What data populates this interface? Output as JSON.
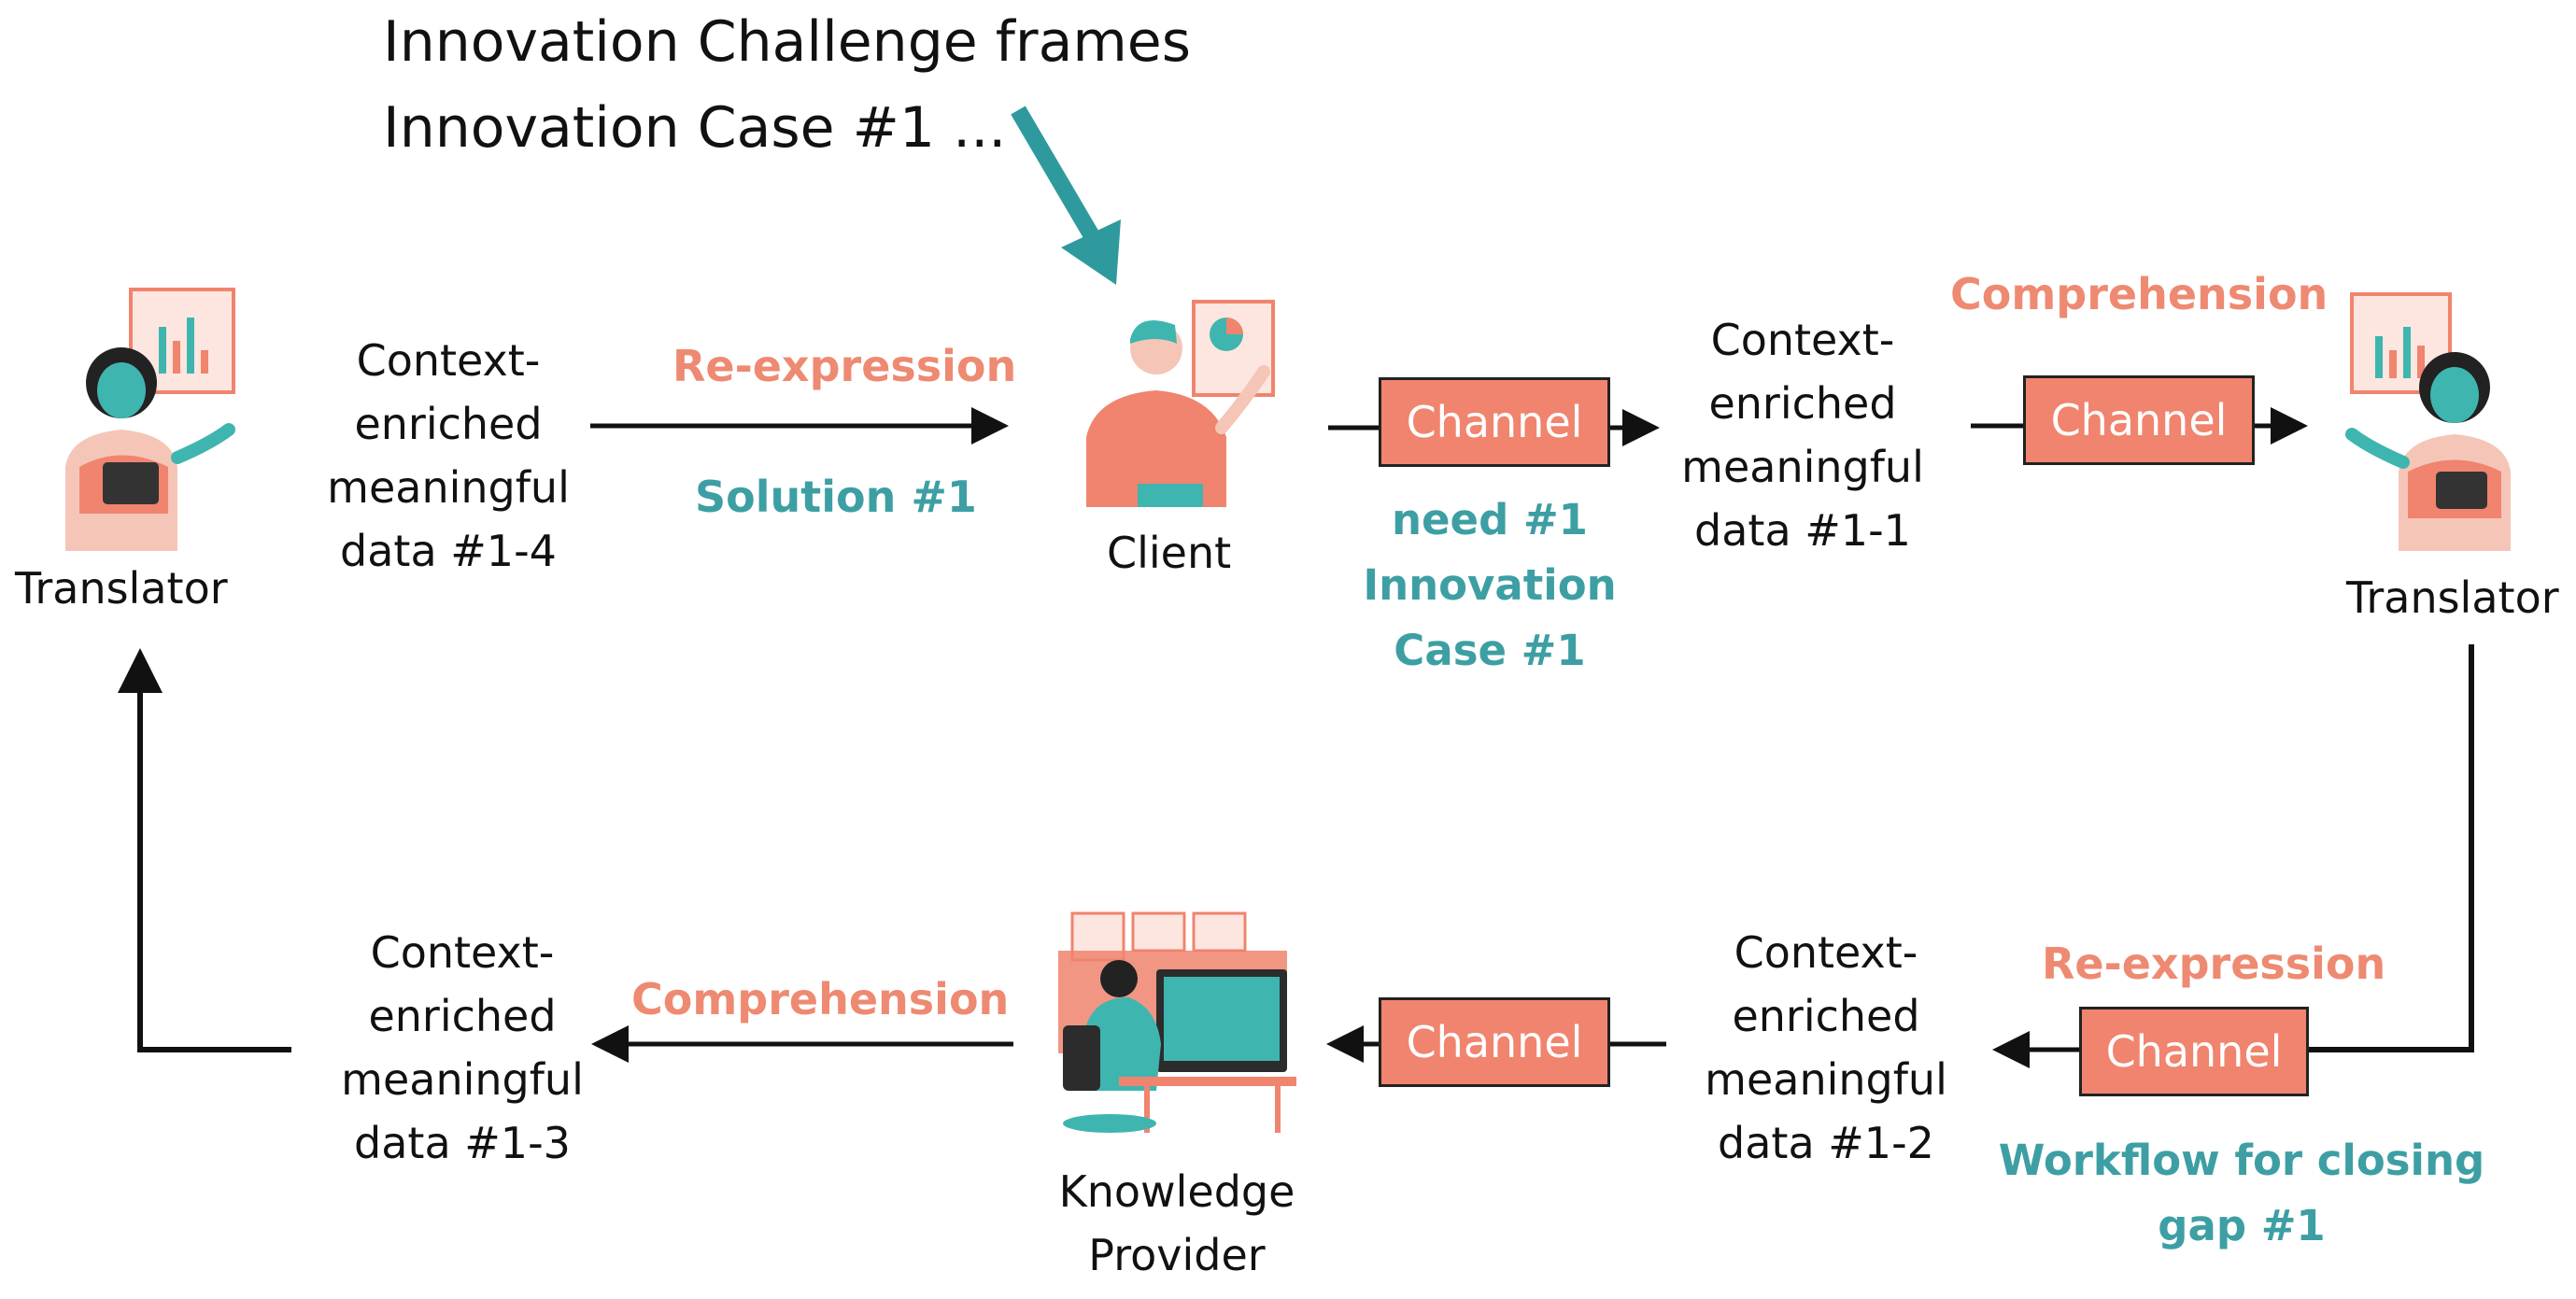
{
  "title": {
    "line1": "Innovation Challenge frames",
    "line2": "Innovation Case #1 ..."
  },
  "actors": {
    "translator_left": "Translator",
    "client": "Client",
    "translator_right": "Translator",
    "knowledge_provider": [
      "Knowledge",
      "Provider"
    ]
  },
  "data_nodes": {
    "d14": [
      "Context-",
      "enriched",
      "meaningful",
      "data #1-4"
    ],
    "d11": [
      "Context-",
      "enriched",
      "meaningful",
      "data #1-1"
    ],
    "d13": [
      "Context-",
      "enriched",
      "meaningful",
      "data #1-3"
    ],
    "d12": [
      "Context-",
      "enriched",
      "meaningful",
      "data #1-2"
    ]
  },
  "process_labels": {
    "reexpression_top": "Re-expression",
    "solution": "Solution #1",
    "comprehension_top": "Comprehension",
    "need": [
      "need #1",
      "Innovation",
      "Case #1"
    ],
    "comprehension_bottom": "Comprehension",
    "reexpression_bottom": "Re-expression",
    "workflow": [
      "Workflow for closing",
      "gap #1"
    ]
  },
  "channels": {
    "c1": "Channel",
    "c2": "Channel",
    "c3": "Channel",
    "c4": "Channel"
  },
  "icons": {
    "translator": "woman-presenting-chart-icon",
    "client": "man-presenting-chart-icon",
    "knowledge_provider": "person-at-computer-icon"
  },
  "colors": {
    "orange": "#ee8a72",
    "teal": "#3d9fa3",
    "channel_fill": "#f0846e"
  }
}
